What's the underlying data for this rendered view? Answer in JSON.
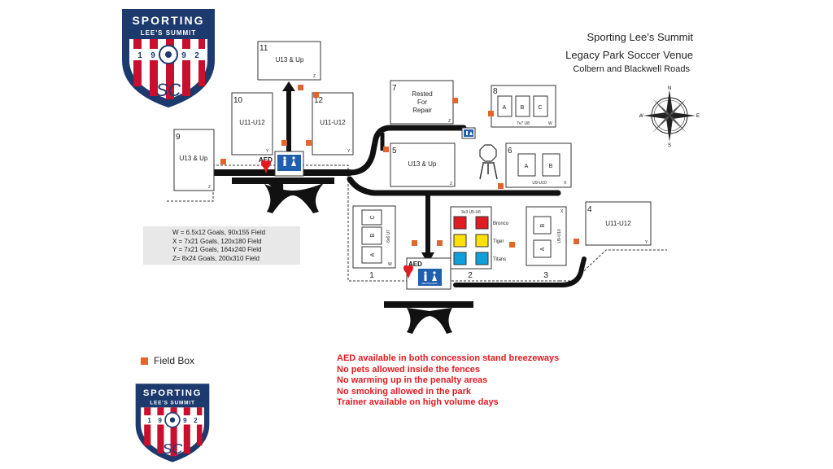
{
  "header": {
    "line1": "Sporting Lee’s Summit",
    "line2": "Legacy Park Soccer Venue",
    "line3": "Colbern and Blackwell Roads"
  },
  "logo": {
    "top_text": "SPORTING",
    "sub_text": "LEE'S SUMMIT",
    "year_digits": [
      "1",
      "9",
      "9",
      "2"
    ],
    "monogram": "SC"
  },
  "compass": {
    "n": "N",
    "s": "S",
    "e": "E",
    "w": "W"
  },
  "fields": [
    {
      "num": "11",
      "label": "U13 & Up",
      "code": "Z"
    },
    {
      "num": "10",
      "label": "U11-U12",
      "code": "Y"
    },
    {
      "num": "12",
      "label": "U11-U12",
      "code": "Y"
    },
    {
      "num": "9",
      "label": "U13 & Up",
      "code": "Z"
    },
    {
      "num": "7",
      "label_lines": [
        "Rested",
        "For",
        "Repair"
      ],
      "code": "Z"
    },
    {
      "num": "5",
      "label": "U13 & Up",
      "code": "Z"
    },
    {
      "num": "8",
      "subs": [
        "A",
        "B",
        "C"
      ],
      "label": "7v7 U8",
      "code": "W"
    },
    {
      "num": "6",
      "subs": [
        "A",
        "B"
      ],
      "label": "U9-U10",
      "code": "X"
    },
    {
      "num": "4",
      "label": "U11-U12",
      "code": "Y"
    },
    {
      "num": "1",
      "subs": [
        "C",
        "B",
        "A"
      ],
      "label": "6v6 U7",
      "code": "W"
    },
    {
      "num": "2",
      "label": "3v3 U5-U6",
      "teams": [
        "Bronco",
        "Tiger",
        "Titans"
      ]
    },
    {
      "num": "3",
      "subs": [
        "B",
        "A"
      ],
      "label": "U9-U10",
      "code": "X"
    }
  ],
  "aed_label": "AED",
  "restroom_label": "RESTROOMS",
  "legend": [
    "W = 6.5x12 Goals, 90x155 Field",
    "X = 7x21 Goals, 120x180 Field",
    "Y = 7x21 Goals, 164x240 Field",
    "Z= 8x24 Goals, 200x310 Field"
  ],
  "field_box_label": "Field Box",
  "rules": [
    "AED available in both concession stand breezeways",
    "No pets allowed inside the fences",
    "No warming up in the penalty areas",
    "No smoking allowed in the park",
    "Trainer available on high volume days"
  ],
  "colors": {
    "logo_navy": "#1d3a6e",
    "logo_red": "#c8102e",
    "field_box": "#e0662c",
    "aed_red": "#e21b23",
    "restroom_blue": "#1f5fae",
    "team_red": "#e21b23",
    "team_yellow": "#ffe100",
    "team_blue": "#0fa0dc"
  }
}
